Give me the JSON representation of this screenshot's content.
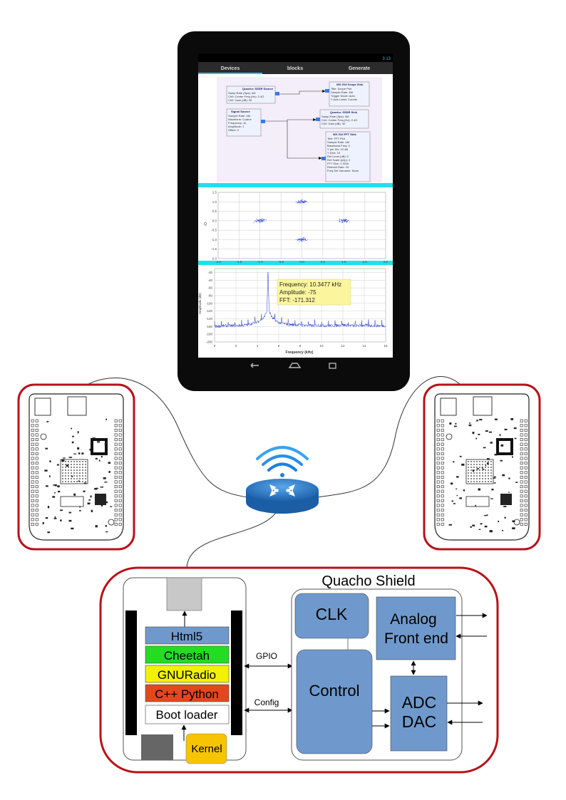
{
  "tablet": {
    "status_time": "3:13",
    "tabs": [
      "Devices",
      "blocks",
      "Generate"
    ],
    "flowgraph": {
      "blocks": [
        {
          "title": "Quacho: SSDR Source",
          "lines": [
            "Samp Rate (Sps): 4M",
            "Ch0: Center Freq (Hz): 2.4G",
            "Ch0: Gain (dB): 30"
          ]
        },
        {
          "title": "Signal Source",
          "lines": [
            "Sample Rate: 4M",
            "Waveform: Cosine",
            "Frequency: 1k",
            "Amplitude: 1",
            "Offset: 0"
          ]
        },
        {
          "title": "WX GUI Scope Sink",
          "lines": [
            "Title: Scope Plot",
            "Sample Rate: 4M",
            "Trigger Mode: Auto",
            "Y Axis Label: Counts"
          ]
        },
        {
          "title": "Quacho: SSDR Sink",
          "lines": [
            "Samp Rate (Sps): 4M",
            "Ch0: Center Freq (Hz): 2.4G",
            "Ch0: Gain (dB): 30"
          ]
        },
        {
          "title": "WX GUI FFT Sink",
          "lines": [
            "Title: FFT Plot",
            "Sample Rate: 4M",
            "Baseband Freq: 0",
            "Y per Div: 10 dB",
            "Y Divs: 10",
            "Ref Level (dB): 0",
            "Ref Scale (p2p): 2",
            "FFT Size: 1.024k",
            "Refresh Rate: 15",
            "Freq Set Varname: None"
          ]
        }
      ]
    },
    "scope": {
      "ylabel": "Q",
      "yticks": [
        "1.5",
        "1.0",
        "0.5",
        "0.0",
        "-0.5",
        "-1.0",
        "-1.5",
        "-2.0"
      ],
      "xticks": [
        "-2.0",
        "-1.5",
        "-1.0",
        "-0.5",
        "0.0",
        "0.5",
        "1.0",
        "1.5",
        "2.0"
      ]
    },
    "fft": {
      "ylabel": "Amplitude (dB)",
      "xlabel": "Frequency (kHz)",
      "yticks": [
        "-20",
        "-40",
        "-60",
        "-80",
        "-100",
        "-120",
        "-140",
        "-160",
        "-180",
        "-200"
      ],
      "xticks": [
        "0",
        "2",
        "4",
        "6",
        "8",
        "10",
        "12",
        "14",
        "16"
      ],
      "tooltip": [
        "Frequency: 10.3477 kHz",
        "Amplitude: -75",
        "FFT: -171.312"
      ]
    }
  },
  "chart_data": [
    {
      "type": "scatter",
      "ylabel": "Q",
      "xlim": [
        -2.0,
        2.0
      ],
      "ylim": [
        -2.0,
        1.5
      ],
      "grid": true,
      "series": [
        {
          "x": [
            -1.0,
            0.0,
            1.0,
            0.0
          ],
          "y": [
            0.0,
            1.0,
            0.0,
            -1.0
          ]
        }
      ]
    },
    {
      "type": "line",
      "xlabel": "Frequency (kHz)",
      "ylabel": "Amplitude (dB)",
      "xlim": [
        0,
        16
      ],
      "ylim": [
        -200,
        -10
      ],
      "grid": true,
      "peak": {
        "x": 5.0,
        "y": -10
      },
      "noise_floor": -160,
      "series": [
        {
          "x": [
            0,
            1,
            2,
            3,
            4,
            4.6,
            4.9,
            5.0,
            5.1,
            5.4,
            6,
            7,
            8,
            9,
            10,
            11,
            12,
            13,
            14,
            15,
            16
          ],
          "y": [
            -160,
            -158,
            -158,
            -156,
            -148,
            -138,
            -120,
            -10,
            -120,
            -138,
            -150,
            -155,
            -156,
            -158,
            -157,
            -158,
            -156,
            -158,
            -157,
            -158,
            -158
          ]
        }
      ]
    }
  ],
  "diagram": {
    "shield_title": "Quacho Shield",
    "stack": [
      "Html5",
      "Cheetah",
      "GNURadio",
      "C++ Python",
      "Boot loader"
    ],
    "kernel": "Kernel",
    "gpio": "GPIO",
    "config": "Config",
    "clk": "CLK",
    "control": "Control",
    "analog": [
      "Analog",
      "Front end"
    ],
    "adc": [
      "ADC",
      "DAC"
    ]
  },
  "colors": {
    "frame_red": "#b8101a",
    "block_blue": "#6f99cc",
    "html5": "#6f99cc",
    "cheetah": "#22dd22",
    "gnuradio": "#f2f200",
    "cpp_python": "#e4471c",
    "kernel": "#f6c400",
    "cyan": "#1ee0ee"
  }
}
